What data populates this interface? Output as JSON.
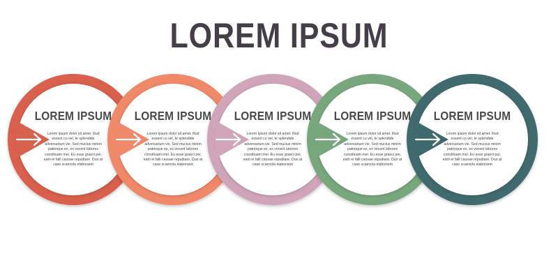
{
  "title": "LOREM IPSUM",
  "steps": [
    {
      "heading": "LOREM IPSUM",
      "body": "Lorem ipsum dolor sit amet. Illud essent cu vel, te splendide adversarium vix. Sed mucius minim patrioque ex, ex vocent labores constituam mei. Eu esse graeci per, eam ei falli causae repudiare. Duo at case scaevola elaboraret",
      "color": "#d8614d"
    },
    {
      "heading": "LOREM IPSUM",
      "body": "Lorem ipsum dolor sit amet. Illud essent cu vel, te splendide adversarium vix. Sed mucius minim patrioque ex, ex vocent labores constituam mei. Eu esse graeci per, eam ei falli causae repudiare. Duo at case scaevola elaboraret",
      "color": "#f0896a"
    },
    {
      "heading": "LOREM IPSUM",
      "body": "Lorem ipsum dolor sit amet. Illud essent cu vel, te splendide adversarium vix. Sed mucius minim patrioque ex, ex vocent labores constituam mei. Eu esse graeci per, eam ei falli causae repudiare. Duo at case scaevola elaboraret",
      "color": "#d1a5b9"
    },
    {
      "heading": "LOREM IPSUM",
      "body": "Lorem ipsum dolor sit amet. Illud essent cu vel, te splendide adversarium vix. Sed mucius minim patrioque ex, ex vocent labores constituam mei. Eu esse graeci per, eam ei falli causae repudiare. Duo at case scaevola elaboraret",
      "color": "#79a77d"
    },
    {
      "heading": "LOREM IPSUM",
      "body": "Lorem ipsum dolor sit amet. Illud essent cu vel, te splendide adversarium vix. Sed mucius minim patrioque ex, ex vocent labores constituam mei. Eu esse graeci per, eam ei falli causae repudiare. Duo at case scaevola elaboraret",
      "color": "#3f6a6d"
    }
  ],
  "icons": {
    "arrow": "arrow-right-icon"
  }
}
